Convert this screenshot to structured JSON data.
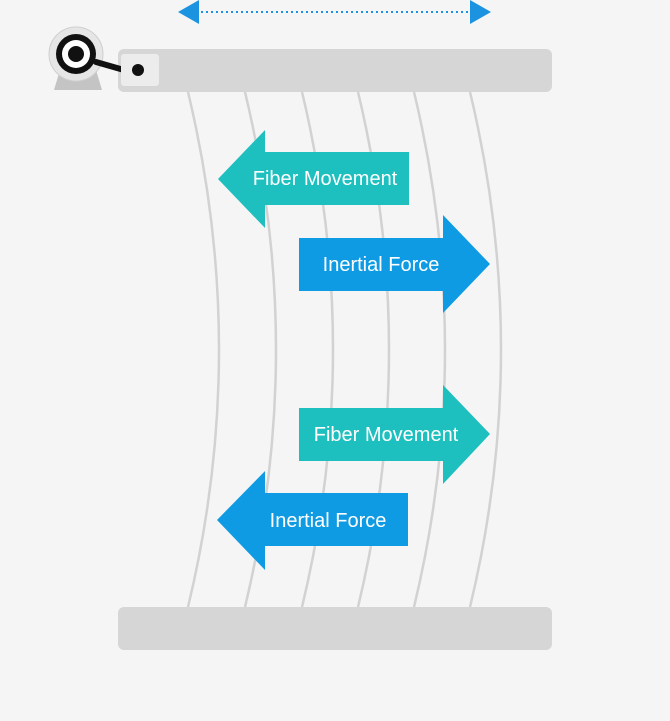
{
  "labels": {
    "fiber_movement_top": "Fiber Movement",
    "inertial_force_top": "Inertial Force",
    "fiber_movement_bottom": "Fiber Movement",
    "inertial_force_bottom": "Inertial Force"
  },
  "colors": {
    "background": "#f5f5f5",
    "bar": "#d6d6d6",
    "fiber": "#d2d2d2",
    "fiber_movement_arrow": "#1dbfbf",
    "inertial_force_arrow": "#0f9be3",
    "oscillation_indicator": "#1b93e0",
    "label_text": "#ffffff",
    "roller_dark": "#111111",
    "roller_mount": "#c4c4c4"
  }
}
